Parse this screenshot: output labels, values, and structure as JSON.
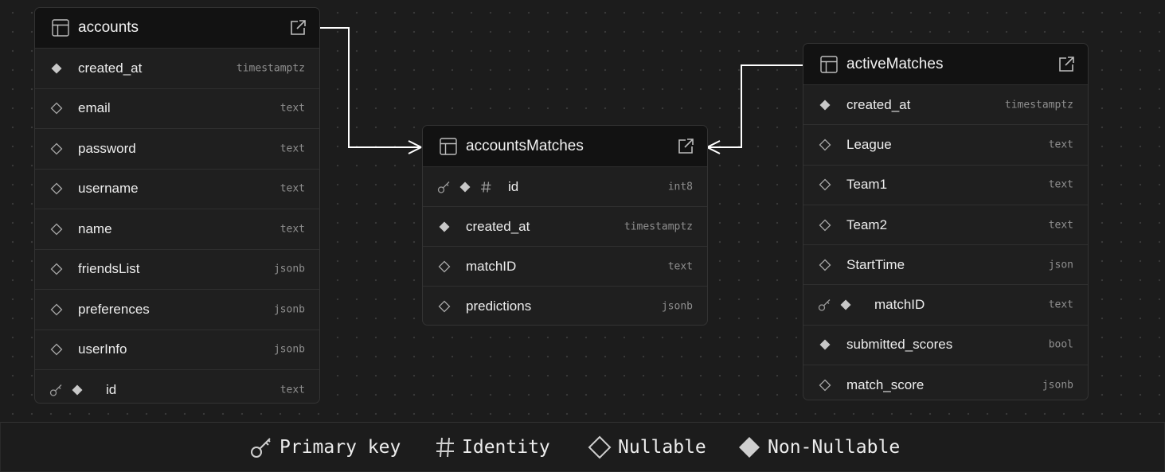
{
  "tables": [
    {
      "name": "accounts",
      "columns": [
        {
          "name": "created_at",
          "type": "timestamptz",
          "primary_key": false,
          "identity": false,
          "nullable": false
        },
        {
          "name": "email",
          "type": "text",
          "primary_key": false,
          "identity": false,
          "nullable": true
        },
        {
          "name": "password",
          "type": "text",
          "primary_key": false,
          "identity": false,
          "nullable": true
        },
        {
          "name": "username",
          "type": "text",
          "primary_key": false,
          "identity": false,
          "nullable": true
        },
        {
          "name": "name",
          "type": "text",
          "primary_key": false,
          "identity": false,
          "nullable": true
        },
        {
          "name": "friendsList",
          "type": "jsonb",
          "primary_key": false,
          "identity": false,
          "nullable": true
        },
        {
          "name": "preferences",
          "type": "jsonb",
          "primary_key": false,
          "identity": false,
          "nullable": true
        },
        {
          "name": "userInfo",
          "type": "jsonb",
          "primary_key": false,
          "identity": false,
          "nullable": true
        },
        {
          "name": "id",
          "type": "text",
          "primary_key": true,
          "identity": false,
          "nullable": false
        }
      ]
    },
    {
      "name": "accountsMatches",
      "columns": [
        {
          "name": "id",
          "type": "int8",
          "primary_key": true,
          "identity": true,
          "nullable": false
        },
        {
          "name": "created_at",
          "type": "timestamptz",
          "primary_key": false,
          "identity": false,
          "nullable": false
        },
        {
          "name": "matchID",
          "type": "text",
          "primary_key": false,
          "identity": false,
          "nullable": true
        },
        {
          "name": "predictions",
          "type": "jsonb",
          "primary_key": false,
          "identity": false,
          "nullable": true
        }
      ]
    },
    {
      "name": "activeMatches",
      "columns": [
        {
          "name": "created_at",
          "type": "timestamptz",
          "primary_key": false,
          "identity": false,
          "nullable": false
        },
        {
          "name": "League",
          "type": "text",
          "primary_key": false,
          "identity": false,
          "nullable": true
        },
        {
          "name": "Team1",
          "type": "text",
          "primary_key": false,
          "identity": false,
          "nullable": true
        },
        {
          "name": "Team2",
          "type": "text",
          "primary_key": false,
          "identity": false,
          "nullable": true
        },
        {
          "name": "StartTime",
          "type": "json",
          "primary_key": false,
          "identity": false,
          "nullable": true
        },
        {
          "name": "matchID",
          "type": "text",
          "primary_key": true,
          "identity": false,
          "nullable": false
        },
        {
          "name": "submitted_scores",
          "type": "bool",
          "primary_key": false,
          "identity": false,
          "nullable": false
        },
        {
          "name": "match_score",
          "type": "jsonb",
          "primary_key": false,
          "identity": false,
          "nullable": true
        }
      ]
    }
  ],
  "relationships": [
    {
      "from": "accounts",
      "to": "accountsMatches",
      "cardinality": "one-to-many"
    },
    {
      "from": "activeMatches",
      "to": "accountsMatches",
      "cardinality": "one-to-many"
    }
  ],
  "legend": {
    "primary_key": "Primary key",
    "identity": "Identity",
    "nullable": "Nullable",
    "non_nullable": "Non-Nullable"
  },
  "colors": {
    "background": "#1c1c1c",
    "header": "#121212",
    "body": "#1f1f1f",
    "text": "#ededed",
    "muted": "#8f8f8f",
    "edge": "#ffffff"
  }
}
